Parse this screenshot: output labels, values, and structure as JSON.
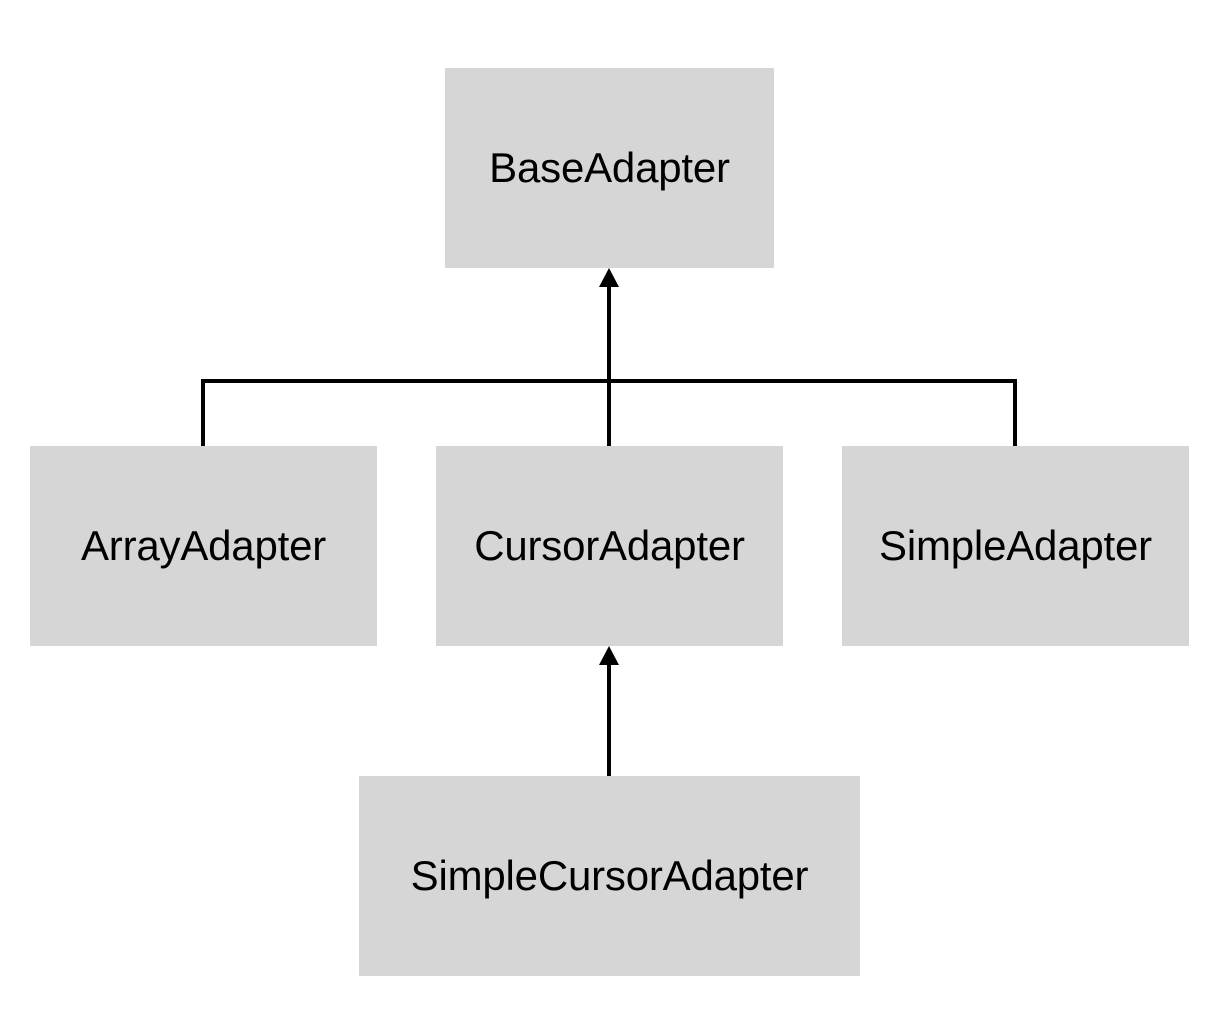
{
  "diagram": {
    "nodes": {
      "base": {
        "label": "BaseAdapter"
      },
      "array": {
        "label": "ArrayAdapter"
      },
      "cursor": {
        "label": "CursorAdapter"
      },
      "simple": {
        "label": "SimpleAdapter"
      },
      "simple_cursor": {
        "label": "SimpleCursorAdapter"
      }
    },
    "edges": [
      {
        "from": "array",
        "to": "base"
      },
      {
        "from": "cursor",
        "to": "base"
      },
      {
        "from": "simple",
        "to": "base"
      },
      {
        "from": "simple_cursor",
        "to": "cursor"
      }
    ],
    "colors": {
      "node_fill": "#d6d6d6",
      "line": "#000000",
      "text": "#000000"
    }
  }
}
